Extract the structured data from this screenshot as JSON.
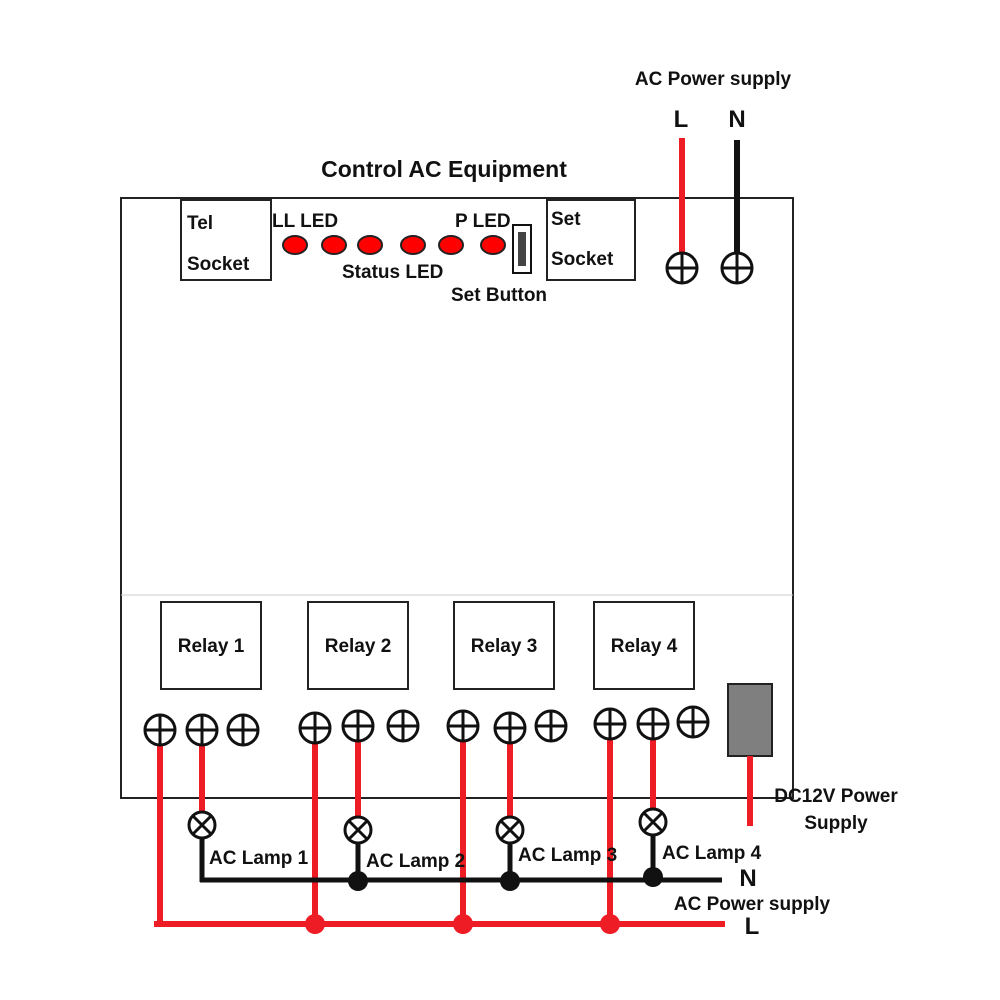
{
  "diagram": {
    "title": "Control AC Equipment",
    "top_supply": {
      "label": "AC Power supply",
      "l": "L",
      "n": "N"
    },
    "tel_socket": {
      "line1": "Tel",
      "line2": "Socket"
    },
    "set_socket": {
      "line1": "Set",
      "line2": "Socket"
    },
    "ll_led": "LL LED",
    "p_led": "P LED",
    "status_led": "Status LED",
    "set_button": "Set Button",
    "relays": [
      "Relay 1",
      "Relay 2",
      "Relay 3",
      "Relay 4"
    ],
    "lamps": [
      "AC Lamp 1",
      "AC Lamp 2",
      "AC Lamp 3",
      "AC Lamp 4"
    ],
    "dc_supply": {
      "line1": "DC12V Power",
      "line2": "Supply"
    },
    "bottom_supply": {
      "label": "AC Power supply",
      "n": "N",
      "l": "L"
    }
  },
  "colors": {
    "live": "#ee1c24",
    "neutral": "#111111",
    "led": "#ff0000",
    "dc_block": "#7f7f7f"
  }
}
